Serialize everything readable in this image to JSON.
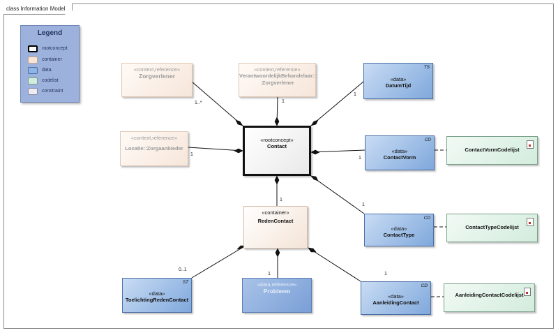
{
  "frame": {
    "title": "class Information Model"
  },
  "legend": {
    "title": "Legend",
    "items": [
      {
        "label": "rootconcept",
        "fill": "#ffffff",
        "border": "#000000"
      },
      {
        "label": "container",
        "fill": "#f8e5d8",
        "border": "#c7a58e"
      },
      {
        "label": "data",
        "fill": "#8fb4e6",
        "border": "#4b6fa6"
      },
      {
        "label": "codelist",
        "fill": "#d3ecdd",
        "border": "#7aa08a"
      },
      {
        "label": "constraint",
        "fill": "#ececf4",
        "border": "#8a8aa0"
      }
    ]
  },
  "nodes": {
    "zorgverlener": {
      "stereo": "«context,reference»",
      "name": "Zorgverlener"
    },
    "verantwoordelijk": {
      "stereo": "«context,reference»",
      "name": "VerantwoordelijkBehandelaar::",
      "name2": ":Zorgverlener"
    },
    "datumtijd": {
      "stereo": "«data»",
      "name": "DatumTijd",
      "corner": "TS"
    },
    "locatie": {
      "stereo": "«context,reference»",
      "name": "Locatie::Zorgaanbieder"
    },
    "contact": {
      "stereo": "«rootconcept»",
      "name": "Contact"
    },
    "contactvorm": {
      "stereo": "«data»",
      "name": "ContactVorm",
      "corner": "CD"
    },
    "contactvorm_cl": {
      "name": "ContactVormCodelijst"
    },
    "redencontact": {
      "stereo": "«container»",
      "name": "RedenContact"
    },
    "contacttype": {
      "stereo": "«data»",
      "name": "ContactType",
      "corner": "CD"
    },
    "contacttype_cl": {
      "name": "ContactTypeCodelijst"
    },
    "toelichting": {
      "stereo": "«data»",
      "name": "ToelichtingRedenContact",
      "corner": "ST"
    },
    "probleem": {
      "stereo": "«data,reference»",
      "name": "Probleem"
    },
    "aanleiding": {
      "stereo": "«data»",
      "name": "AanleidingContact",
      "corner": "CD"
    },
    "aanleiding_cl": {
      "name": "AanleidingContactCodelijst"
    }
  },
  "multiplicities": {
    "zorgverlener": "1..*",
    "verantwoordelijk": "1",
    "datumtijd": "1",
    "locatie": "1",
    "contactvorm": "1",
    "contacttype": "1",
    "redencontact": "1",
    "toelichting": "0..1",
    "probleem": "1",
    "aanleiding": "1"
  }
}
